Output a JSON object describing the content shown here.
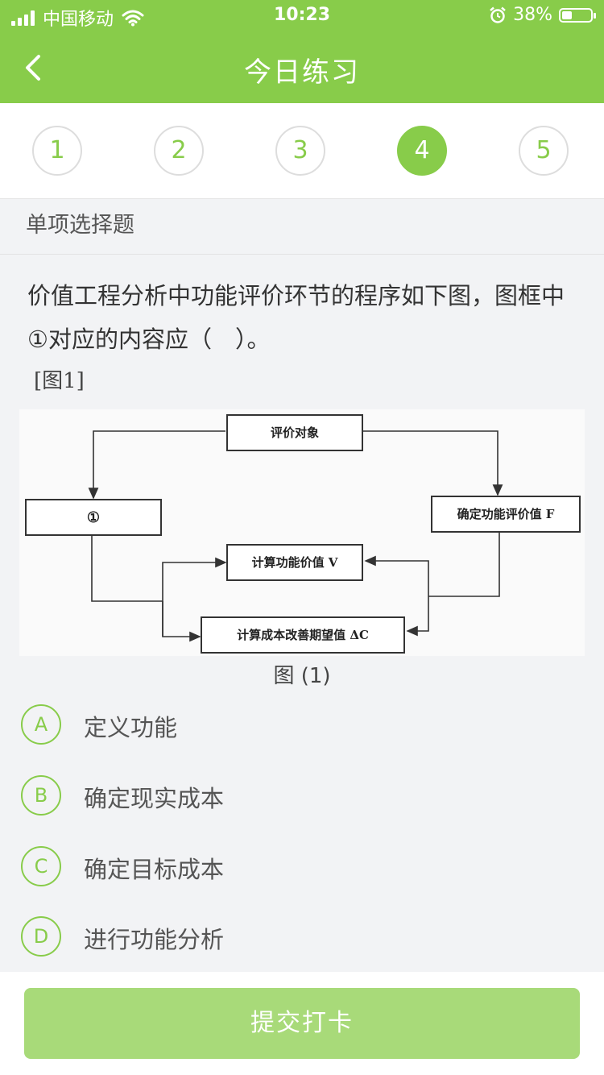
{
  "status_bar": {
    "carrier": "中国移动",
    "time": "10:23",
    "battery_percent": "38%",
    "battery_level": 0.38,
    "icons": [
      "signal-icon",
      "wifi-icon",
      "alarm-icon",
      "battery-icon"
    ]
  },
  "header": {
    "title": "今日练习",
    "back_icon": "chevron-left-icon",
    "bg_color": "#88cc4a"
  },
  "question_nav": {
    "items": [
      "1",
      "2",
      "3",
      "4",
      "5"
    ],
    "active": "4",
    "accent_color": "#88cc4a"
  },
  "question": {
    "type_label": "单项选择题",
    "stem_line1": "价值工程分析中功能评价环节的程序如下图，图框中",
    "stem_line2": "①对应的内容应（　）。",
    "figure_ref": "[图1]",
    "figure": {
      "box_top": "评价对象",
      "box_left": "①",
      "box_right": "确定功能评价值 F",
      "box_mid": "计算功能价值 V",
      "box_bottom": "计算成本改善期望值 ΔC"
    },
    "figure_caption": "图 (1)"
  },
  "options": [
    {
      "letter": "A",
      "text": "定义功能"
    },
    {
      "letter": "B",
      "text": "确定现实成本"
    },
    {
      "letter": "C",
      "text": "确定目标成本"
    },
    {
      "letter": "D",
      "text": "进行功能分析"
    }
  ],
  "footer": {
    "submit_label": "提交打卡"
  }
}
